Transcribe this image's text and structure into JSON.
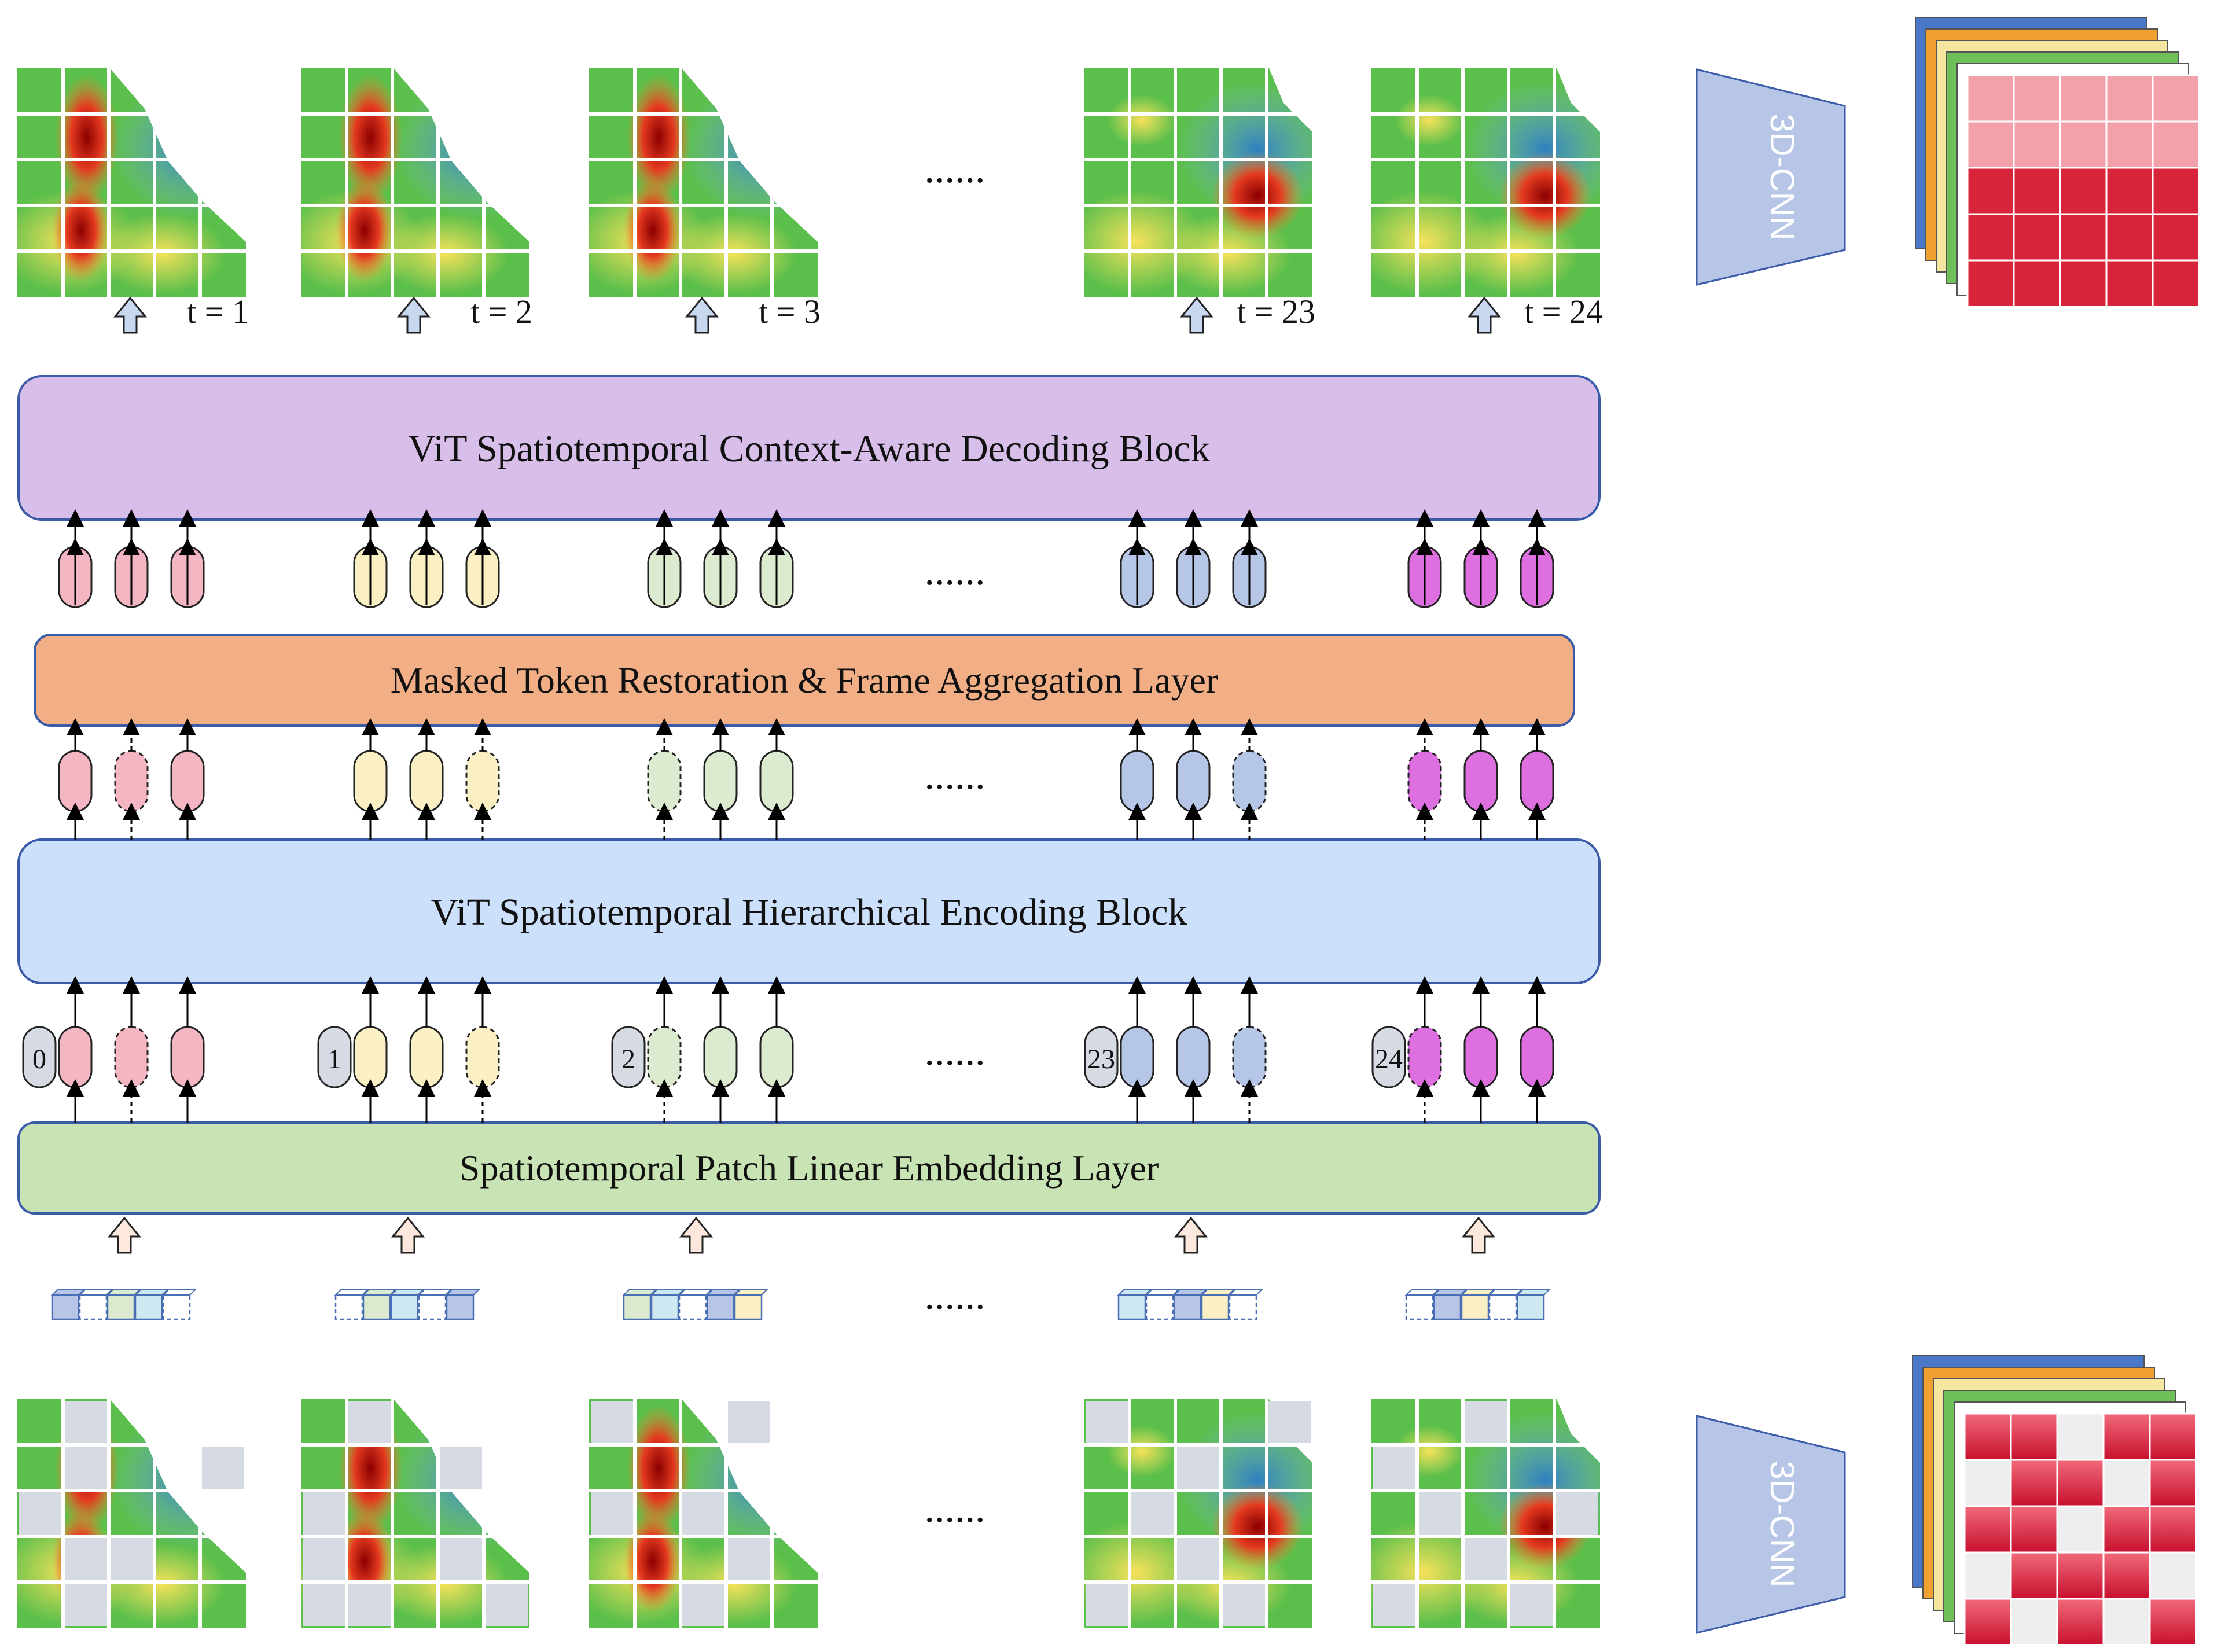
{
  "blocks": {
    "decoder": "ViT Spatiotemporal Context-Aware Decoding Block",
    "aggregation": "Masked Token Restoration & Frame Aggregation Layer",
    "encoder": "ViT Spatiotemporal Hierarchical Encoding Block",
    "embedding": "Spatiotemporal Patch Linear Embedding Layer"
  },
  "frames": [
    {
      "time_label": "t = 1",
      "position_index": "0",
      "token_color": "#f3b6c2",
      "masked_in": [
        false,
        true,
        false
      ],
      "masked_enc": [
        false,
        true,
        false
      ]
    },
    {
      "time_label": "t = 2",
      "position_index": "1",
      "token_color": "#fbf0c4",
      "masked_in": [
        false,
        false,
        true
      ],
      "masked_enc": [
        false,
        false,
        true
      ]
    },
    {
      "time_label": "t = 3",
      "position_index": "2",
      "token_color": "#dcebd0",
      "masked_in": [
        true,
        false,
        false
      ],
      "masked_enc": [
        true,
        false,
        false
      ]
    },
    {
      "time_label": "t = 23",
      "position_index": "23",
      "token_color": "#b6c6e6",
      "masked_in": [
        false,
        false,
        true
      ],
      "masked_enc": [
        false,
        false,
        true
      ]
    },
    {
      "time_label": "t = 24",
      "position_index": "24",
      "token_color": "#de6fe0",
      "masked_in": [
        true,
        false,
        false
      ],
      "masked_enc": [
        true,
        false,
        false
      ]
    }
  ],
  "ellipsis": "......",
  "cnn_label": "3D-CNN",
  "colors": {
    "decoder_fill": "#d8bfe9",
    "aggregation_fill": "#f2af86",
    "encoder_fill": "#cde0fb",
    "embedding_fill": "#c8e3b4",
    "block_stroke": "#3b5aa8",
    "mask_patch": "#d5dae3",
    "output_cube": "#d8243b"
  }
}
